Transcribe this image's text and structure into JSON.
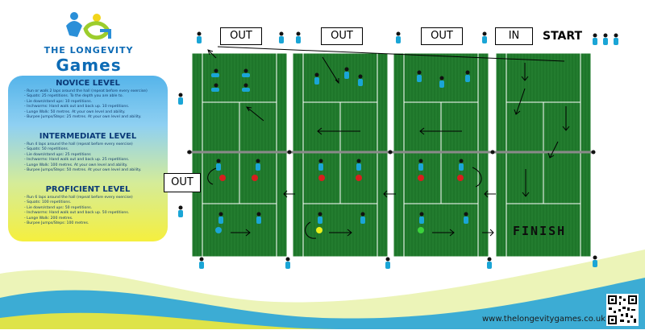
{
  "brand": {
    "title_top": "THE LONGEVITY",
    "title_bottom": "Games",
    "website": "www.thelongevitygames.co.uk"
  },
  "colors": {
    "court": "#1f7a2b",
    "line": "#ffffff",
    "brand_blue": "#0d6bb5",
    "accent_yellow": "#f5ef3e"
  },
  "levels": [
    {
      "heading": "NOVICE LEVEL",
      "items": [
        "- Run or walk 2 laps around the hall (repeat before every exercise)",
        "- Squats: 25 repetitions. To the depth you are able to.",
        "- Lie down/stand ups: 10 repetitions.",
        "- Inchworms: Hand walk out and back up. 10 repetitions.",
        "- Lunge Walk: 50 metres. At your own level and ability.",
        "- Burpee Jumps/Steps: 25 metres. At your own level and ability."
      ]
    },
    {
      "heading": "INTERMEDIATE LEVEL",
      "items": [
        "- Run 4 laps around the hall (repeat before every exercise)",
        "- Squats: 50 repetitions.",
        "- Lie down/stand ups: 25 repetitions",
        "- Inchworms: Hand walk out and back up. 25 repetitions.",
        "- Lunge Walk: 100 metres. At your own level and ability.",
        "- Burpee Jumps/Steps: 50 metres. At your own level and ability."
      ]
    },
    {
      "heading": "PROFICIENT LEVEL",
      "items": [
        "- Run 6 laps around the hall (repeat before every exercise)",
        "- Squats: 100 repetitions.",
        "- Lie down/stand ups: 50 repetitions.",
        "- Inchworms: Hand walk out and back up. 50 repetitions.",
        "- Lunge Walk: 200 metres.",
        "- Burpee Jumps/Steps: 100 metres."
      ]
    }
  ],
  "labels": {
    "out_1": "OUT",
    "out_2": "OUT",
    "out_3": "OUT",
    "in": "IN",
    "start": "START",
    "out_left": "OUT",
    "finish": "FINISH"
  }
}
